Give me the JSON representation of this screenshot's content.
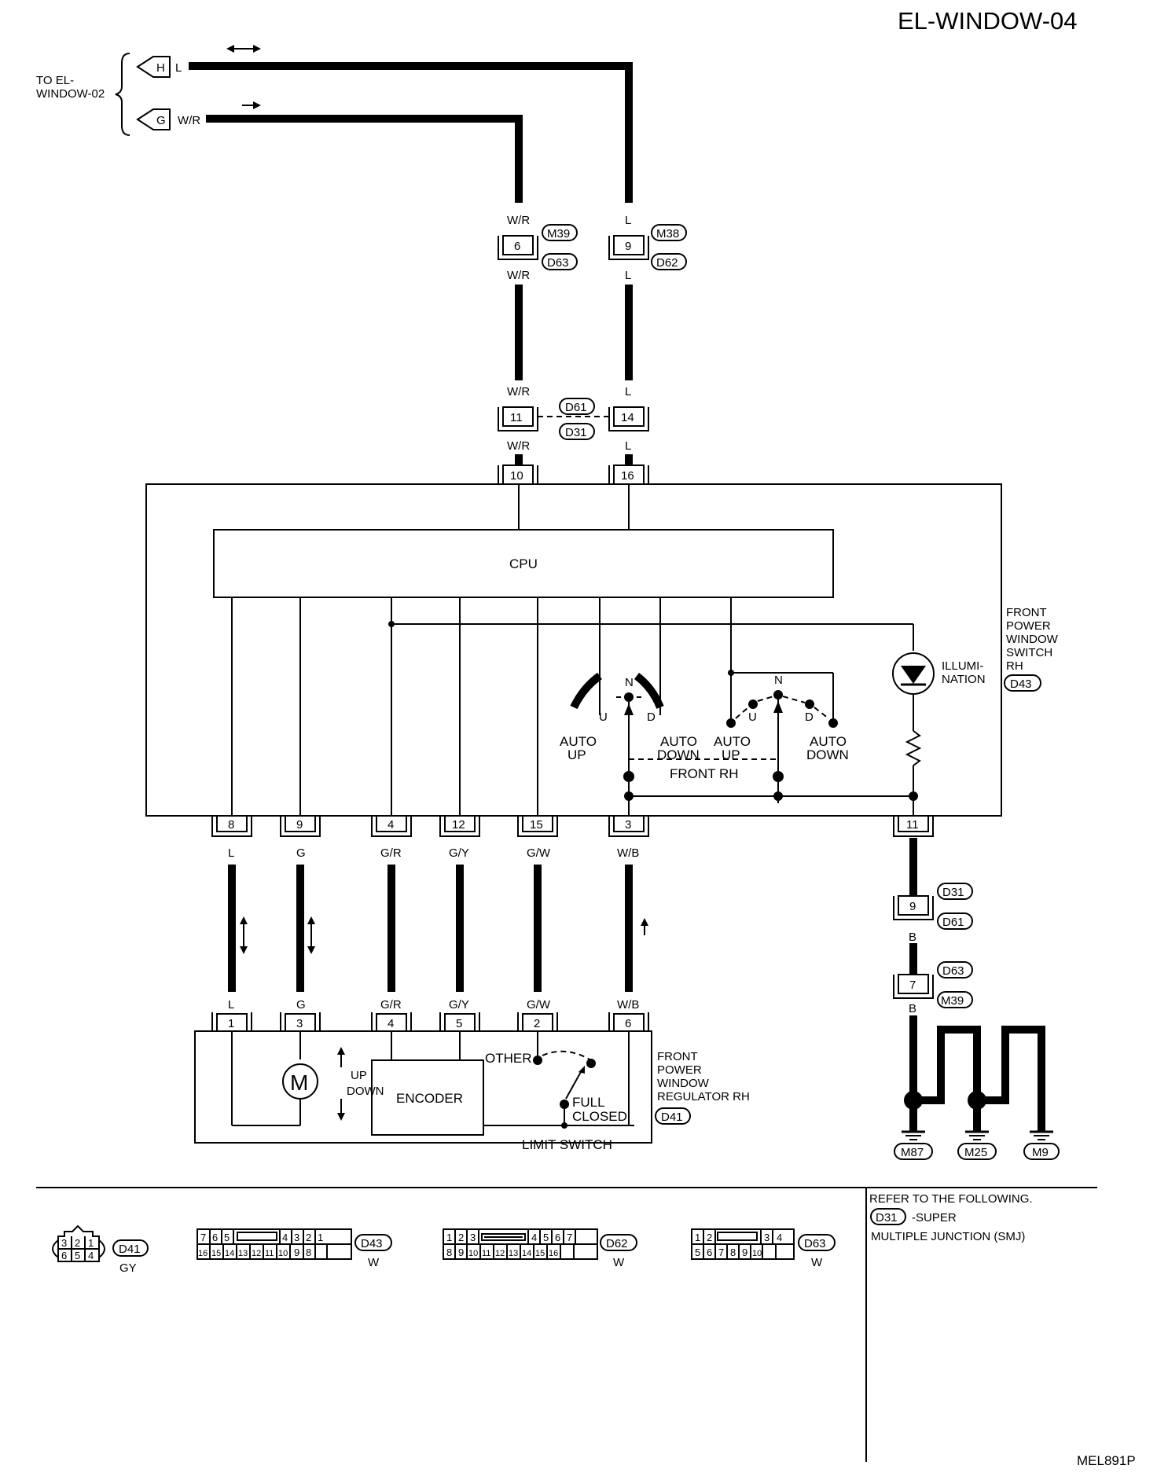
{
  "title": "EL-WINDOW-04",
  "figure_code": "MEL891P",
  "refs": {
    "to_label": "TO EL-\nWINDOW-02",
    "h_conn": "H",
    "h_wire": "L",
    "g_conn": "G",
    "g_wire": "W/R"
  },
  "wires_top": {
    "wr": "W/R",
    "l": "L",
    "pin6": "6",
    "pin9": "9",
    "pin11": "11",
    "pin14": "14",
    "pin10": "10",
    "pin16": "16",
    "m39": "M39",
    "d63": "D63",
    "m38": "M38",
    "d62": "D62",
    "d61": "D61",
    "d31": "D31"
  },
  "switch": {
    "cpu": "CPU",
    "name": "FRONT\nPOWER\nWINDOW\nSWITCH\nRH",
    "conn": "D43",
    "illum": "ILLUMI-\nNATION",
    "auto_up": "AUTO\nUP",
    "auto_down": "AUTO\nDOWN",
    "u": "U",
    "d": "D",
    "n": "N",
    "front_rh": "FRONT RH",
    "pins_bottom": [
      "8",
      "9",
      "4",
      "12",
      "15",
      "3",
      "11"
    ]
  },
  "wires_bottom": {
    "l": "L",
    "g": "G",
    "gr": "G/R",
    "gy": "G/Y",
    "gw": "G/W",
    "wb": "W/B",
    "b": "B",
    "pin9": "9",
    "pin7": "7",
    "d31": "D31",
    "d61": "D61",
    "d63": "D63",
    "m39": "M39"
  },
  "regulator": {
    "name": "FRONT\nPOWER\nWINDOW\nREGULATOR RH",
    "conn": "D41",
    "motor": "M",
    "up": "UP",
    "down": "DOWN",
    "encoder": "ENCODER",
    "other": "OTHER",
    "full_closed": "FULL\nCLOSED",
    "limit_switch": "LIMIT SWITCH",
    "pins": [
      "1",
      "3",
      "4",
      "5",
      "2",
      "6"
    ]
  },
  "grounds": [
    "M87",
    "M25",
    "M9"
  ],
  "connectors": {
    "d41": {
      "id": "D41",
      "color": "GY",
      "top": [
        "3",
        "2",
        "1"
      ],
      "bottom": [
        "6",
        "5",
        "4"
      ]
    },
    "d43": {
      "id": "D43",
      "color": "W",
      "top": [
        "7",
        "6",
        "5",
        "4",
        "3",
        "2",
        "1"
      ],
      "bottom": [
        "16",
        "15",
        "14",
        "13",
        "12",
        "11",
        "10",
        "9",
        "8"
      ]
    },
    "d62": {
      "id": "D62",
      "color": "W",
      "top": [
        "1",
        "2",
        "3",
        "4",
        "5",
        "6",
        "7"
      ],
      "bottom": [
        "8",
        "9",
        "10",
        "11",
        "12",
        "13",
        "14",
        "15",
        "16"
      ]
    },
    "d63": {
      "id": "D63",
      "color": "W",
      "top": [
        "1",
        "2",
        "3",
        "4"
      ],
      "bottom": [
        "5",
        "6",
        "7",
        "8",
        "9",
        "10"
      ]
    }
  },
  "note": {
    "line1": "REFER TO THE FOLLOWING.",
    "conn": "D31",
    "line2": "-SUPER",
    "line3": "MULTIPLE JUNCTION (SMJ)"
  }
}
